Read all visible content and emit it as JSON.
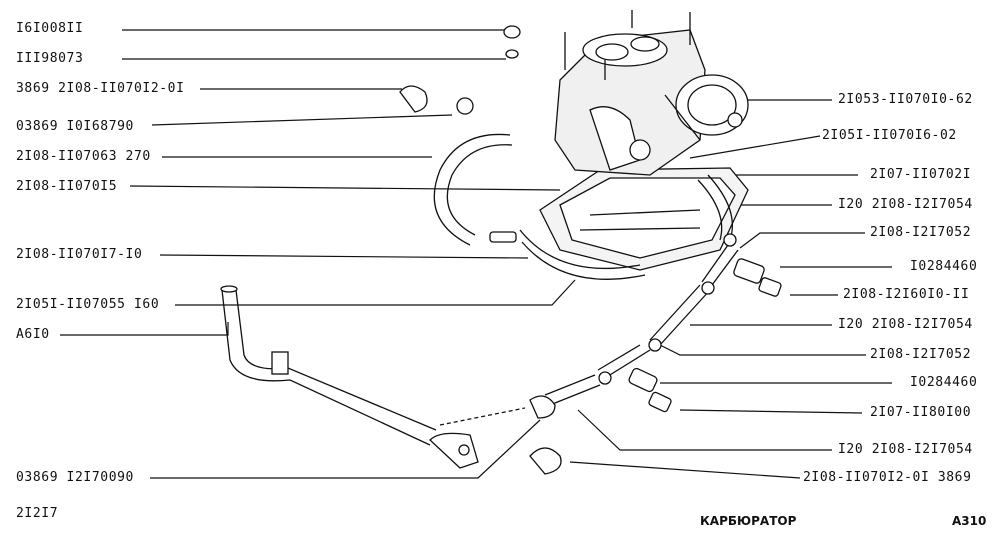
{
  "left_callouts": [
    "I6I008II",
    "III98073",
    "3869 2I08-II070I2-0I",
    "03869 I0I68790",
    "2I08-II07063 270",
    "2I08-II070I5",
    "2I08-II070I7-I0",
    "2I05I-II07055 I60",
    "A6I0",
    "03869 I2I70090"
  ],
  "right_callouts": [
    "2I053-II070I0-62",
    "2I05I-II070I6-02",
    "2I07-II0702I",
    "I20 2I08-I2I7054",
    "2I08-I2I7052",
    "I0284460",
    "2I08-I2I60I0-II",
    "I20 2I08-I2I7054",
    "2I08-I2I7052",
    "I0284460",
    "2I07-II80I00",
    "I20 2I08-I2I7054",
    "2I08-II070I2-0I 3869"
  ],
  "footer": {
    "model_code": "2I2I7",
    "section_title": "КАРБЮРАТОР",
    "page_code": "A310"
  },
  "colors": {
    "ink": "#111111",
    "paper": "#ffffff"
  }
}
